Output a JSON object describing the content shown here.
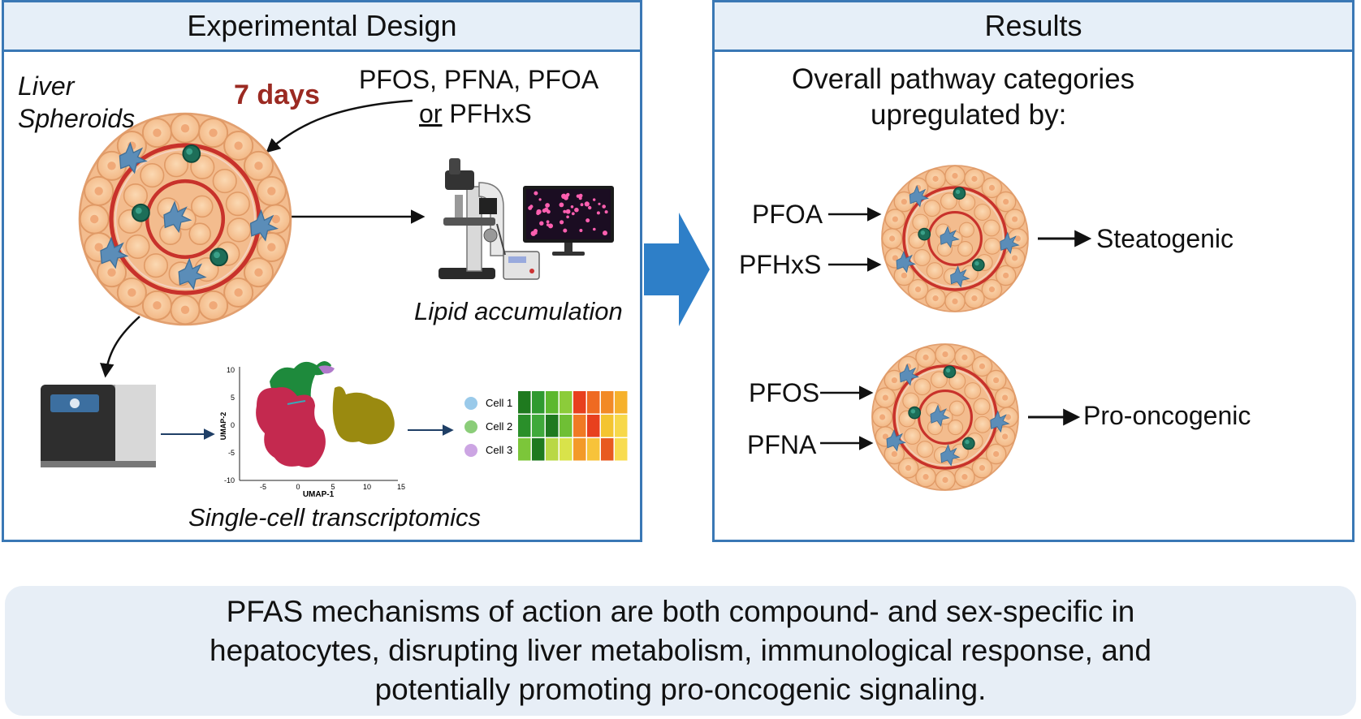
{
  "left_panel": {
    "title": "Experimental Design",
    "spheroid_label_line1": "Liver",
    "spheroid_label_line2": "Spheroids",
    "duration": "7 days",
    "compounds_line1": "PFOS, PFNA, PFOA",
    "compounds_or": "or",
    "compounds_line2_rest": " PFHxS",
    "lipid_label": "Lipid accumulation",
    "sc_label": "Single-cell transcriptomics",
    "umap": {
      "ylabel": "UMAP-2",
      "xlabel": "UMAP-1",
      "yticks": [
        "10",
        "5",
        "0",
        "-5",
        "-10"
      ],
      "xticks": [
        "-5",
        "0",
        "5",
        "10",
        "15"
      ]
    },
    "heatmap_rows": [
      "Cell 1",
      "Cell 2",
      "Cell 3"
    ],
    "heatmap_colors": [
      [
        "#1f7a1f",
        "#2f9a2f",
        "#5cb82e",
        "#8ccc3a",
        "#e8401e",
        "#ef6a22",
        "#f28a26",
        "#f6b12c"
      ],
      [
        "#2a8f2a",
        "#3fa93a",
        "#1f7a1f",
        "#6fbf35",
        "#f07a24",
        "#e8401e",
        "#f4c430",
        "#f7d84a"
      ],
      [
        "#7cc63a",
        "#1f7a1f",
        "#b9d845",
        "#d9e34a",
        "#f39a28",
        "#f7c33a",
        "#e85a20",
        "#f8dc50"
      ]
    ]
  },
  "right_panel": {
    "title": "Results",
    "heading_line1": "Overall pathway categories",
    "heading_line2": "upregulated by:",
    "group1": {
      "compounds": [
        "PFOA",
        "PFHxS"
      ],
      "outcome": "Steatogenic"
    },
    "group2": {
      "compounds": [
        "PFOS",
        "PFNA"
      ],
      "outcome": "Pro-oncogenic"
    }
  },
  "summary": {
    "line1": "PFAS mechanisms of action are both compound- and sex-specific in",
    "line2": "hepatocytes, disrupting liver metabolism, immunological response, and",
    "line3": "potentially promoting pro-oncogenic signaling."
  },
  "colors": {
    "panel_border": "#3a78b5",
    "header_fill": "#e6eff8",
    "duration_red": "#9b2a22",
    "big_arrow": "#2e7fc8",
    "hepatocyte": "#f7c89b",
    "kupffer": "#5b8db8",
    "stellate": "#1d6e58",
    "vessel": "#c8322b"
  }
}
